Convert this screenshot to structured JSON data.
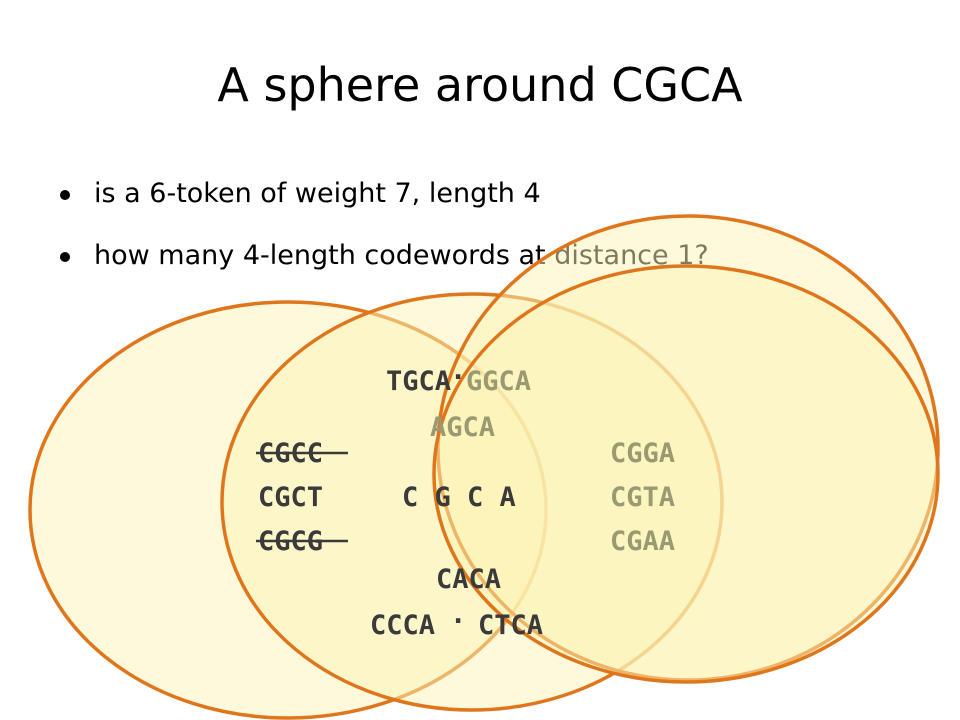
{
  "title": "A sphere around CGCA",
  "bullets": [
    "is a 6-token of weight 7, length 4",
    "how many 4-length codewords at distance 1?"
  ],
  "diagram": {
    "colors": {
      "circle_stroke": "#E0761C",
      "circle_fill": "#FBF3B6",
      "text_dark": "#3A3A3A",
      "text_gray": "#9A9A72"
    },
    "codewords": {
      "top_left": "TGCA",
      "separator_top": "·",
      "top_right": "GGCA",
      "upper_middle": "AGCA",
      "left_1": "CGCC",
      "left_2": "CGCT",
      "left_3": "CGCG",
      "center": "C G C A",
      "right_1": "CGGA",
      "right_2": "CGTA",
      "right_3": "CGAA",
      "lower_middle": "CACA",
      "bottom_left": "CCCA",
      "separator_bottom": "·",
      "bottom_right": "CTCA"
    }
  }
}
